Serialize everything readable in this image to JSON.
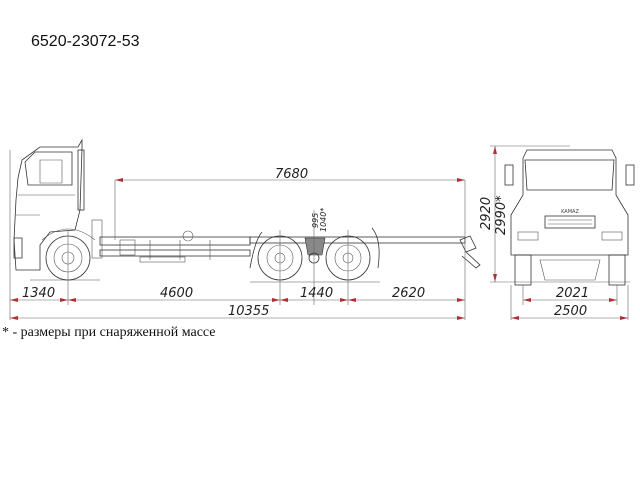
{
  "title": "6520-23072-53",
  "footnote": "* - размеры при снаряженной массе",
  "side_view": {
    "dimensions": {
      "front_overhang": "1340",
      "wheelbase_front": "4600",
      "tandem_spacing": "1440",
      "rear_overhang": "2620",
      "overall_length": "10355",
      "frame_length": "7680",
      "frame_height": "995",
      "frame_height_loaded": "1040*"
    }
  },
  "front_view": {
    "dimensions": {
      "height": "2920",
      "height_loaded": "2990*",
      "track": "2021",
      "width": "2500"
    },
    "grille_logo": "KAMAZ"
  },
  "colors": {
    "line": "#333333",
    "arrow": "#b03030",
    "background": "#ffffff"
  }
}
